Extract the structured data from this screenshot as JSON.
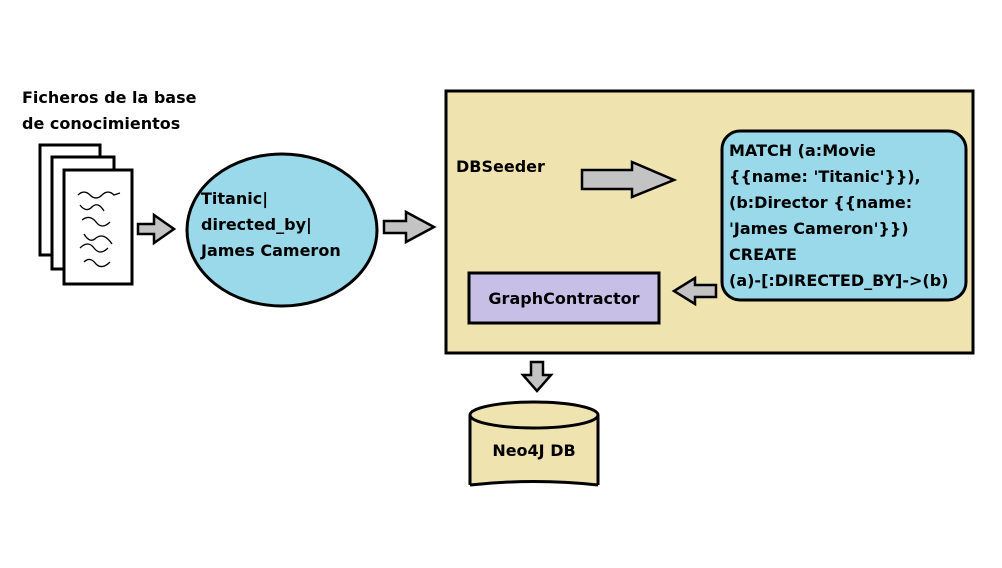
{
  "knowledge_base": {
    "title_line1": "Ficheros de la base",
    "title_line2": "de conocimientos"
  },
  "triple_node": {
    "line1": "Titanic|",
    "line2": "directed_by|",
    "line3": "James Cameron"
  },
  "db_seeder": {
    "label": "DBSeeder"
  },
  "cypher_query": {
    "line1": "MATCH (a:Movie",
    "line2": "{{name: 'Titanic'}}),",
    "line3": "(b:Director {{name:",
    "line4": "'James Cameron'}})",
    "line5": "CREATE",
    "line6": "(a)-[:DIRECTED_BY]->(b)"
  },
  "graph_contractor": {
    "label": "GraphContractor"
  },
  "database": {
    "label": "Neo4J DB"
  },
  "colors": {
    "seeder_fill": "#efe4b0",
    "node_fill": "#99d9ea",
    "contractor_fill": "#c8bfe7",
    "arrow_fill": "#c3c3c3",
    "stroke": "#000000"
  }
}
